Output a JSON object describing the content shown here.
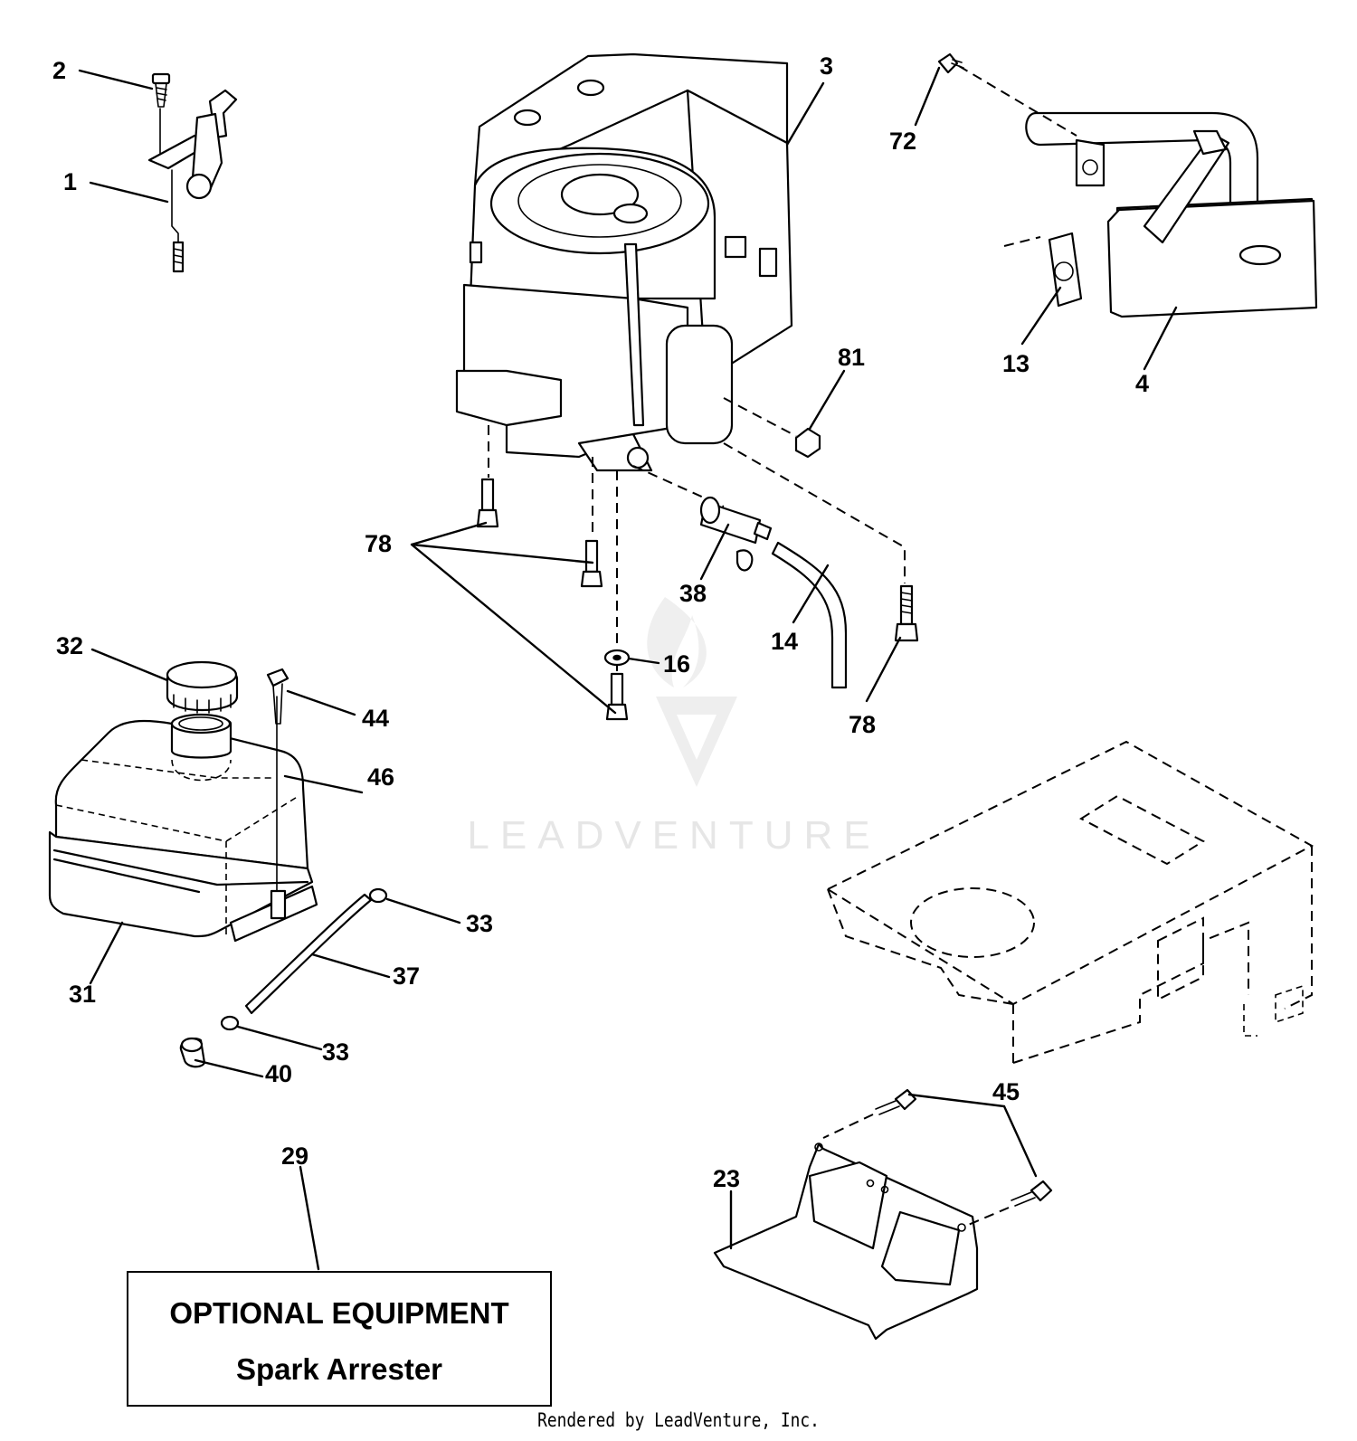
{
  "callouts": [
    {
      "id": "c-2",
      "label": "2"
    },
    {
      "id": "c-1",
      "label": "1"
    },
    {
      "id": "c-3",
      "label": "3"
    },
    {
      "id": "c-72",
      "label": "72"
    },
    {
      "id": "c-13",
      "label": "13"
    },
    {
      "id": "c-4",
      "label": "4"
    },
    {
      "id": "c-81",
      "label": "81"
    },
    {
      "id": "c-78a",
      "label": "78"
    },
    {
      "id": "c-38",
      "label": "38"
    },
    {
      "id": "c-14",
      "label": "14"
    },
    {
      "id": "c-16",
      "label": "16"
    },
    {
      "id": "c-78b",
      "label": "78"
    },
    {
      "id": "c-32",
      "label": "32"
    },
    {
      "id": "c-44",
      "label": "44"
    },
    {
      "id": "c-46",
      "label": "46"
    },
    {
      "id": "c-33a",
      "label": "33"
    },
    {
      "id": "c-37",
      "label": "37"
    },
    {
      "id": "c-31",
      "label": "31"
    },
    {
      "id": "c-33b",
      "label": "33"
    },
    {
      "id": "c-40",
      "label": "40"
    },
    {
      "id": "c-45",
      "label": "45"
    },
    {
      "id": "c-23",
      "label": "23"
    },
    {
      "id": "c-29",
      "label": "29"
    }
  ],
  "note": {
    "line1": "OPTIONAL EQUIPMENT",
    "line2": "Spark Arrester"
  },
  "watermark": {
    "text": "LEADVENTURE"
  },
  "footer": {
    "text": "Rendered by LeadVenture, Inc."
  }
}
